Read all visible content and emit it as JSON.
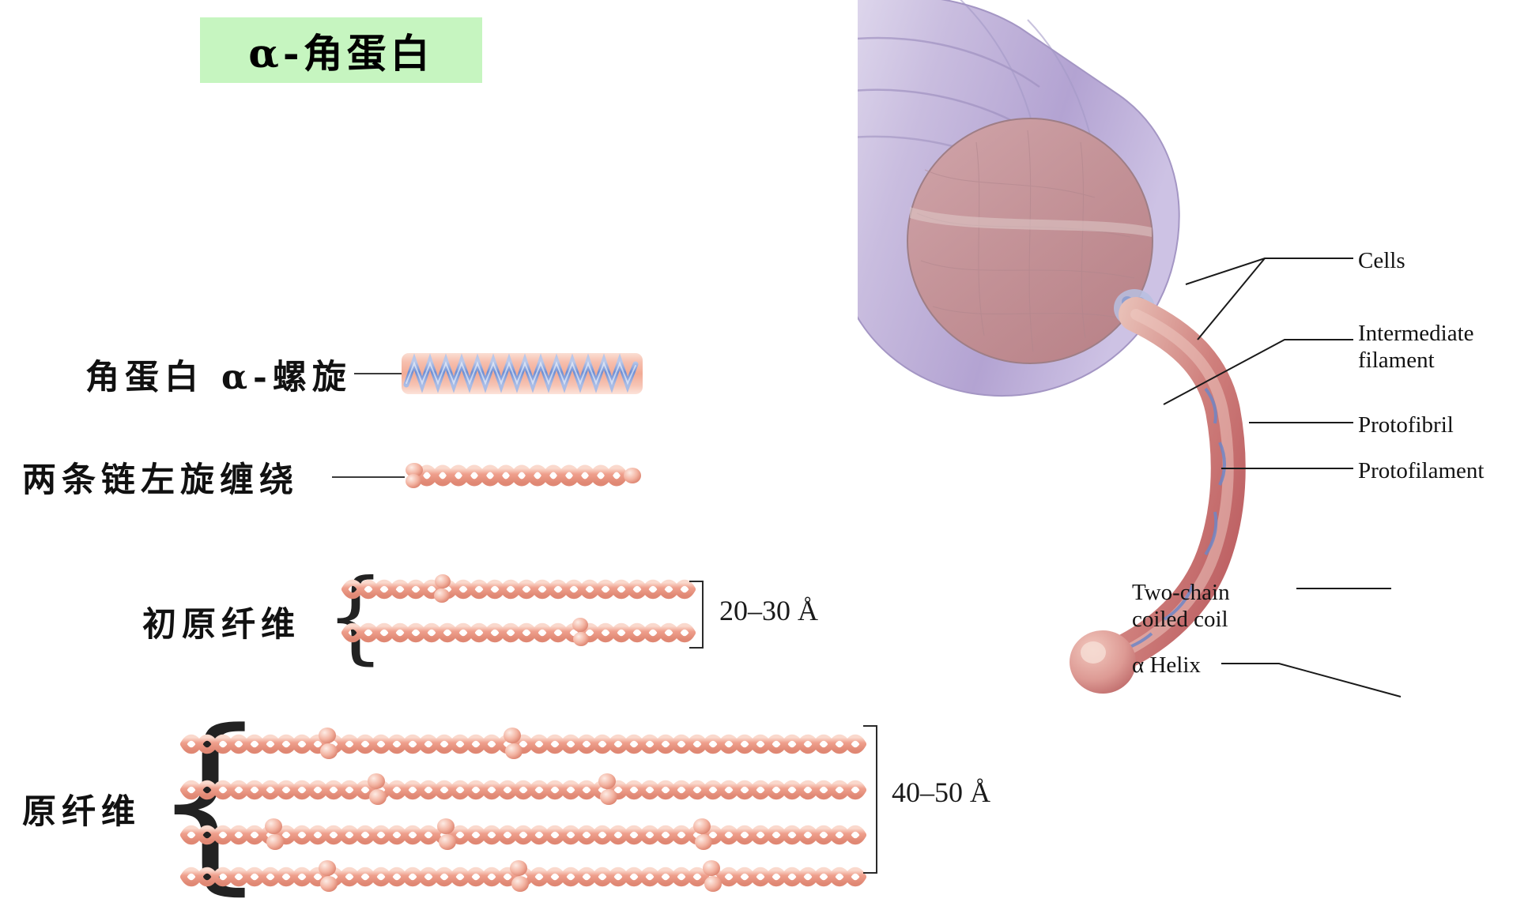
{
  "title": {
    "text": "α-角蛋白",
    "banner_color": "#c6f5c0"
  },
  "stages": [
    {
      "id": "alpha-helix",
      "cn_label": "角蛋白 α-螺旋",
      "measure": null
    },
    {
      "id": "two-chain-coil",
      "cn_label": "两条链左旋缠绕",
      "measure": null
    },
    {
      "id": "protofibril",
      "cn_label": "初原纤维",
      "measure": "20–30 Å"
    },
    {
      "id": "fibril",
      "cn_label": "原纤维",
      "measure": "40–50 Å"
    }
  ],
  "measurements": {
    "protofibril": "20–30 Å",
    "fibril": "40–50 Å"
  },
  "callouts": {
    "cells": "Cells",
    "intermediate_filament_line1": "Intermediate",
    "intermediate_filament_line2": "filament",
    "protofibril": "Protofibril",
    "protofilament": "Protofilament",
    "two_chain_line1": "Two-chain",
    "two_chain_line2": "coiled coil",
    "alpha_helix": "α Helix"
  },
  "colors": {
    "banner_green": "#c6f5c0",
    "keratin_pink": "#ef9f8c",
    "helix_blue": "#8fa8dd",
    "cuticle_purple": "#c3b5dd",
    "cortex_mauve": "#c79a9e",
    "leader_line": "#2a2a2a"
  }
}
